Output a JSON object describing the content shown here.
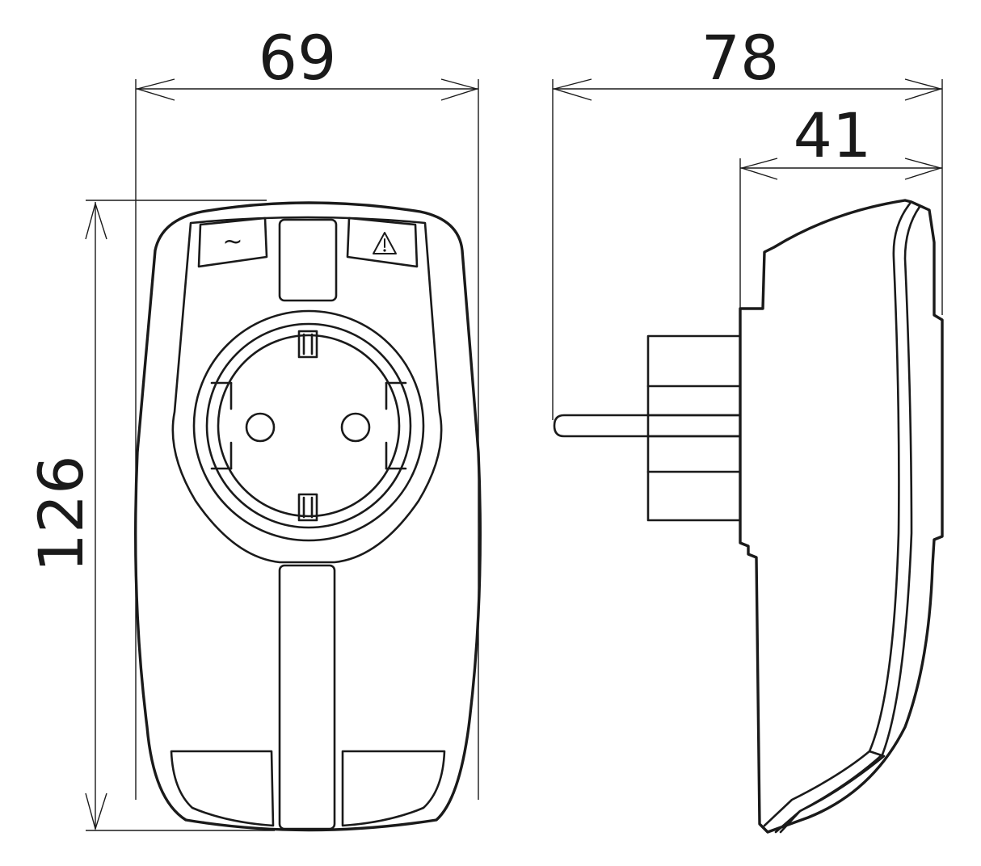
{
  "dimensions": {
    "front_width": "69",
    "front_height": "126",
    "side_depth": "78",
    "side_housing_depth": "41"
  },
  "symbols": {
    "left_indicator": "~",
    "right_indicator_icon": "warning-triangle-icon"
  },
  "colors": {
    "stroke": "#1a1a1a",
    "background": "#ffffff"
  }
}
